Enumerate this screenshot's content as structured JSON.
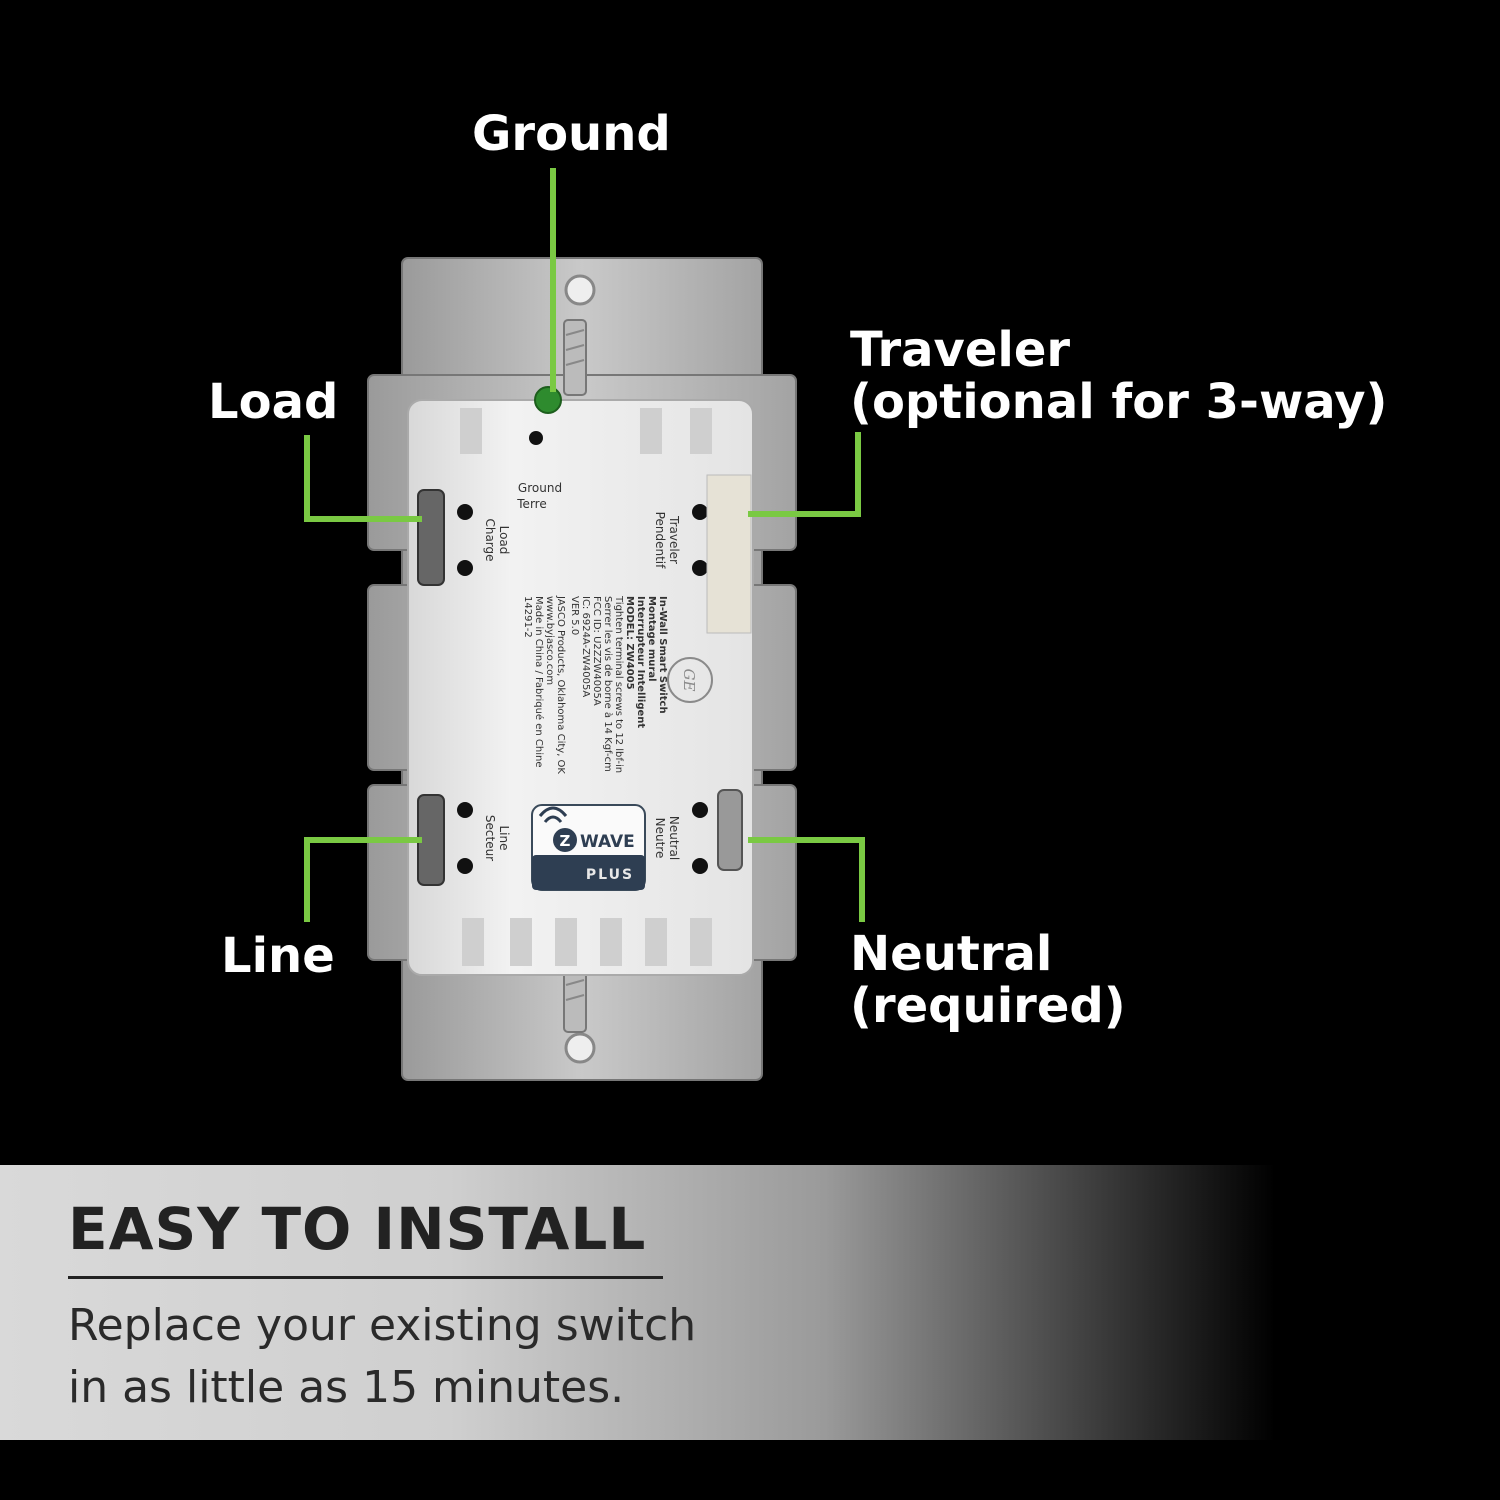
{
  "callouts": {
    "ground": "Ground",
    "load": "Load",
    "traveler": "Traveler",
    "traveler_note": "(optional for 3-way)",
    "line": "Line",
    "neutral": "Neutral",
    "neutral_note": "(required)"
  },
  "device_labels": {
    "ground_en": "Ground",
    "ground_fr": "Terre",
    "load_en": "Load",
    "load_fr": "Charge",
    "traveler_en": "Traveler",
    "traveler_fr": "Pendentif",
    "line_en": "Line",
    "line_fr": "Secteur",
    "neutral_en": "Neutral",
    "neutral_fr": "Neutre"
  },
  "device_info": [
    "In-Wall Smart Switch",
    "Montage mural",
    "Interrupteur Intelligent",
    "MODEL: ZW4005",
    "Tighten terminal screws to 12 lbf-in",
    "Serrer les vis de borne à 14 Kgf-cm",
    "FCC ID: U2ZZW4005A",
    "IC: 6924A-ZW4005A",
    "VER 5.0",
    "JASCO Products, Oklahoma City, OK",
    "www.byjasco.com",
    "Made in China / Fabriqué en Chine",
    "14291-2"
  ],
  "logo": {
    "brand": "GE"
  },
  "badge": {
    "wave": "WAVE",
    "z": "Z",
    "plus": "PLUS"
  },
  "banner": {
    "title": "EASY TO INSTALL",
    "subtitle_line1": "Replace your existing switch",
    "subtitle_line2": "in as little as 15 minutes."
  },
  "colors": {
    "background": "#000000",
    "accent_green": "#7ac943",
    "callout_text": "#ffffff",
    "banner_text": "#222222"
  }
}
